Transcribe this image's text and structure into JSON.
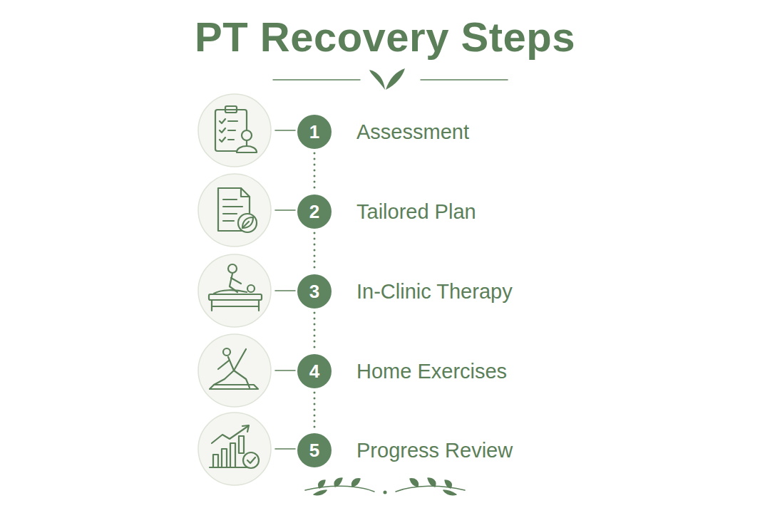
{
  "diagram": {
    "title": "PT Recovery Steps",
    "nodes": [
      {
        "text": [
          "1",
          "Assessment"
        ]
      },
      {
        "text": [
          "2",
          "Tailored Plan"
        ]
      },
      {
        "text": [
          "3",
          "In-Clinic Therapy"
        ]
      },
      {
        "text": [
          "4",
          "Home Exercises"
        ]
      },
      {
        "text": [
          "5",
          "Progress Review"
        ]
      }
    ],
    "edges": [
      {
        "from": 0,
        "to": 1,
        "arrow": "none"
      },
      {
        "from": 1,
        "to": 2,
        "arrow": "none"
      },
      {
        "from": 2,
        "to": 3,
        "arrow": "none"
      },
      {
        "from": 3,
        "to": 4,
        "arrow": "none"
      }
    ]
  }
}
